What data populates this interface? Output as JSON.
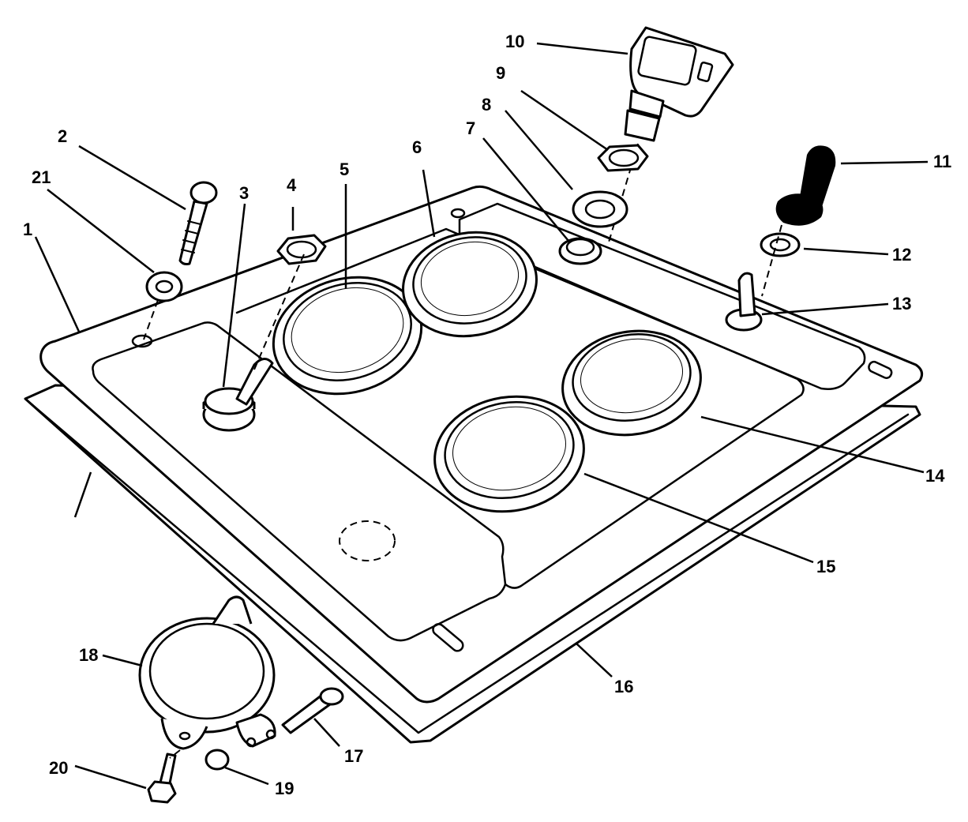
{
  "callouts": {
    "c1": "1",
    "c2": "2",
    "c3": "3",
    "c4": "4",
    "c5": "5",
    "c6": "6",
    "c7": "7",
    "c8": "8",
    "c9": "9",
    "c10": "10",
    "c11": "11",
    "c12": "12",
    "c13": "13",
    "c14": "14",
    "c15": "15",
    "c16": "16",
    "c17": "17",
    "c18": "18",
    "c19": "19",
    "c20": "20",
    "c21": "21"
  },
  "colors": {
    "ink": "#000000",
    "paper": "#ffffff"
  }
}
